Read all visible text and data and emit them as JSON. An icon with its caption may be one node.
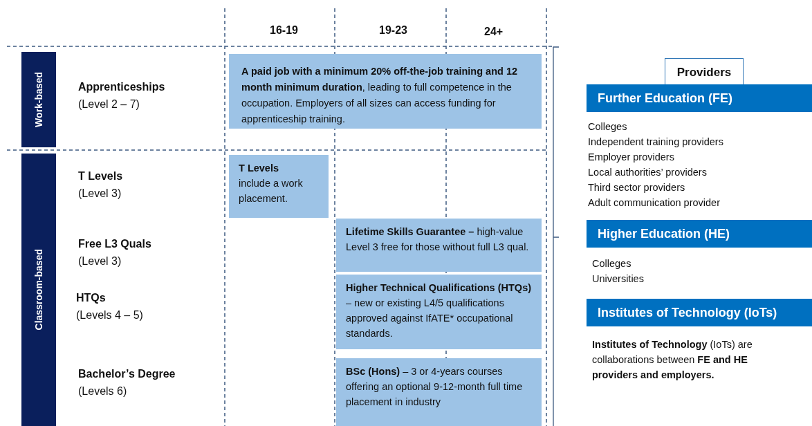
{
  "diagram": {
    "nodes": [
      {
        "text": [
          "Work-based"
        ]
      },
      {
        "text": [
          "Classroom-based"
        ]
      },
      {
        "text": [
          "**A paid job with a minimum 20% off-the-job training and 12 month minimum duration**, leading to full competence in the occupation. Employers of all sizes can access funding for apprenticeship training."
        ]
      },
      {
        "text": [
          "T Levels",
          "include a work placement."
        ]
      },
      {
        "text": [
          "**Lifetime Skills Guarantee –** high-value Level 3 free for those without full L3 qual."
        ]
      },
      {
        "text": [
          "**Higher Technical Qualifications (HTQs)** – new or existing L4/5 qualifications approved against IfATE* occupational standards."
        ]
      },
      {
        "text": [
          "**BSc (Hons)** – 3 or 4-years courses offering an optional 9-12-month full time placement in industry"
        ]
      },
      {
        "text": [
          "Providers"
        ]
      },
      {
        "text": [
          "Further Education (FE)"
        ]
      },
      {
        "text": [
          "Higher Education (HE)"
        ]
      },
      {
        "text": [
          "Institutes of Technology (IoTs)"
        ]
      }
    ],
    "edges": [],
    "labels": [
      "16-19",
      "19-23",
      "24+",
      "Apprenticeships",
      "(Level 2 – 7)",
      "T Levels",
      "(Level 3)",
      "Free L3 Quals",
      "(Level 3)",
      "HTQs",
      "(Levels 4 – 5)",
      "Bachelor’s Degree",
      "(Levels 6)",
      "Colleges",
      "Independent training providers",
      "Employer providers",
      "Local authorities’ providers",
      "Third sector providers",
      "Adult communication provider",
      "Colleges",
      "Universities",
      "**Institutes of Technology** (IoTs) are collaborations between **FE and HE providers and employers.**"
    ]
  }
}
